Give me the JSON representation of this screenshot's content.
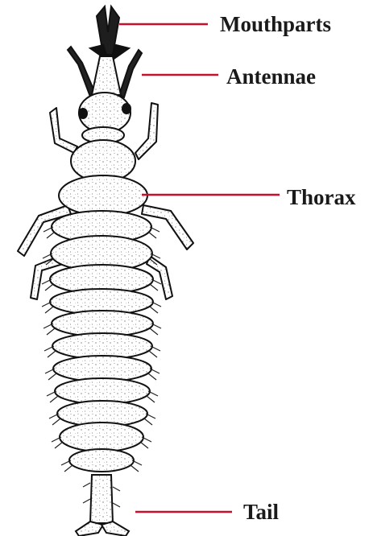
{
  "diagram": {
    "labels": {
      "mouthparts": "Mouthparts",
      "antennae": "Antennae",
      "thorax": "Thorax",
      "tail": "Tail"
    },
    "colors": {
      "leader_line": "#c8102e",
      "outline": "#111111",
      "body_fill": "#ffffff"
    }
  }
}
